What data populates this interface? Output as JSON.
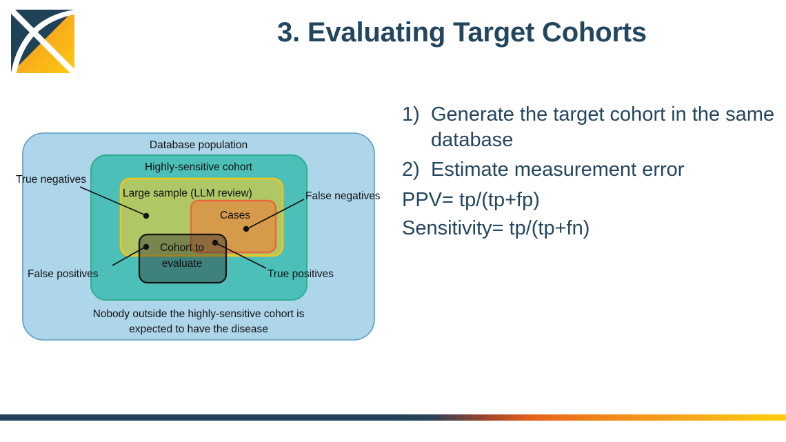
{
  "slide": {
    "title": "3. Evaluating Target Cohorts",
    "logo_name": "ohdsi-logo"
  },
  "colors": {
    "title_navy": "#23465f",
    "database_population_fill": "#aed6ea",
    "database_population_stroke": "#5b9bc4",
    "highly_sensitive_fill": "#4cc0b8",
    "highly_sensitive_stroke": "#2fae8f",
    "large_sample_fill": "#b0c766",
    "large_sample_stroke": "#f5c518",
    "cases_fill": "#d59a4a",
    "cases_stroke": "#e8683a",
    "cohort_fill": "#3a3a3a",
    "cohort_stroke": "#1a1a1a",
    "bar_navy": "#20415c",
    "bar_gold": "#fccc10"
  },
  "diagram": {
    "name": "cohort-evaluation-venn-diagram",
    "regions": [
      {
        "id": "database-population",
        "label": "Database population"
      },
      {
        "id": "highly-sensitive-cohort",
        "label": "Highly-sensitive cohort"
      },
      {
        "id": "large-sample",
        "label": "Large sample (LLM review)"
      },
      {
        "id": "cases",
        "label": "Cases"
      },
      {
        "id": "cohort-to-evaluate",
        "label_line1": "Cohort to",
        "label_line2": "evaluate"
      }
    ],
    "callouts": [
      {
        "id": "true-negatives",
        "label": "True negatives"
      },
      {
        "id": "false-negatives",
        "label": "False negatives"
      },
      {
        "id": "false-positives",
        "label": "False positives"
      },
      {
        "id": "true-positives",
        "label": "True positives"
      }
    ],
    "footnote_line1": "Nobody outside the highly-sensitive cohort is",
    "footnote_line2": "expected to have the disease"
  },
  "steps": [
    {
      "number": "1)",
      "text": "Generate the target cohort in the same database"
    },
    {
      "number": "2)",
      "text": "Estimate measurement error"
    }
  ],
  "formulas": [
    "PPV= tp/(tp+fp)",
    "Sensitivity= tp/(tp+fn)"
  ]
}
